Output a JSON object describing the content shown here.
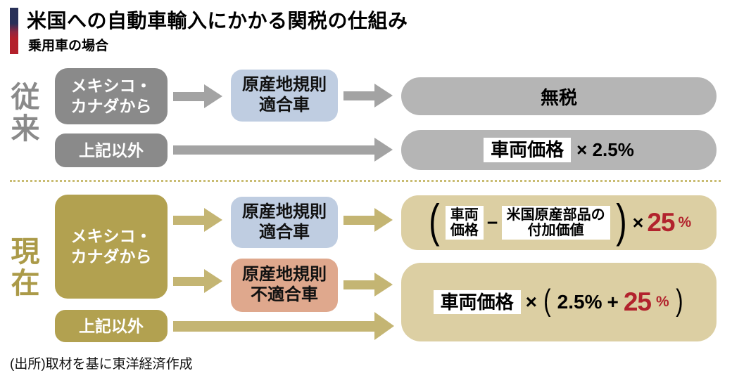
{
  "header": {
    "title": "米国への自動車輸入にかかる関税の仕組み",
    "subtitle": "乗用車の場合"
  },
  "before": {
    "label": "従\n来",
    "from_mexico_canada": "メキシコ・\nカナダから",
    "other": "上記以外",
    "rule_compliant": "原産地規則\n適合車",
    "duty_free": "無税",
    "formula_price": "車両価格",
    "formula_rate": "× 2.5%"
  },
  "now": {
    "label": "現\n在",
    "from_mexico_canada": "メキシコ・\nカナダから",
    "other": "上記以外",
    "rule_compliant": "原産地規則\n適合車",
    "rule_noncompliant": "原産地規則\n不適合車",
    "formula_compliant": {
      "open_paren": "(",
      "vehicle_price": "車両\n価格",
      "minus": "−",
      "us_parts_value": "米国原産部品の\n付加価値",
      "close_paren": ")",
      "times": "×",
      "rate_value": "25",
      "rate_unit": "%"
    },
    "formula_noncompliant": {
      "vehicle_price": "車両価格",
      "times": "×",
      "open_paren": "(",
      "base_rate": "2.5%",
      "plus": "+",
      "added_rate_value": "25",
      "added_rate_unit": "%",
      "close_paren": ")"
    }
  },
  "source": "(出所)取材を基に東洋経済作成",
  "colors": {
    "gray_box": "#8a8a8a",
    "gray_pill": "#b5b5b5",
    "gray_arrow": "#a3a3a3",
    "blue_box": "#bfcde1",
    "salmon_box": "#dfa88d",
    "gold_box": "#b2a150",
    "gold_label": "#ab9a48",
    "gold_arrow": "#c4b573",
    "khaki_pill": "#dccfa3",
    "accent_red": "#b2232d",
    "marker_navy": "#283058",
    "marker_red": "#b3202b"
  }
}
